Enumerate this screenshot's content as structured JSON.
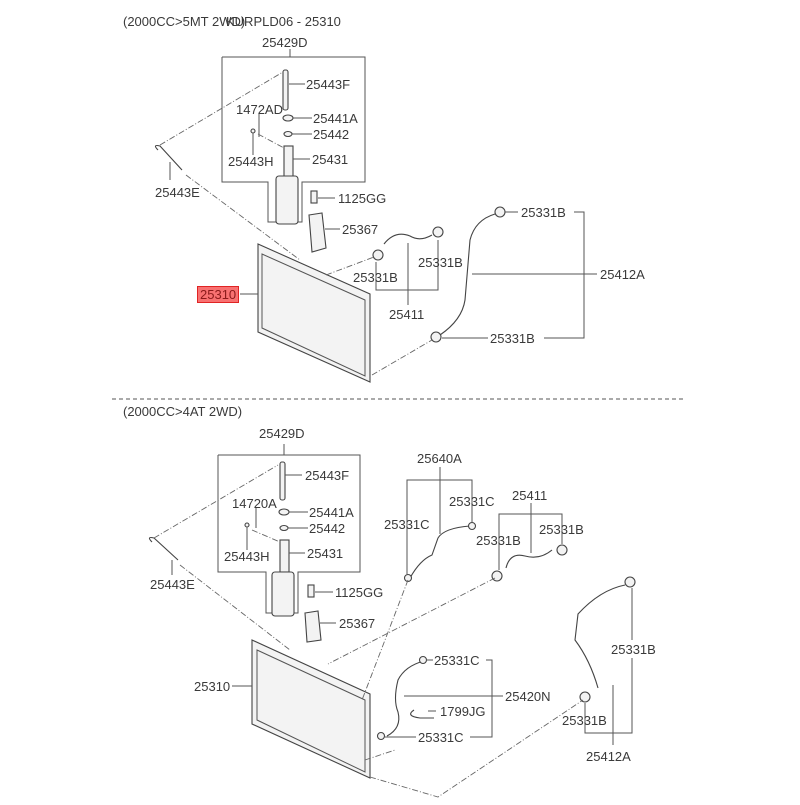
{
  "diagram": {
    "diagram_code": "KURPLD06 - 25310",
    "highlight_color": "#f87171",
    "sections": [
      {
        "title": "(2000CC>5MT 2WD)",
        "labels": {
          "reservoir_assy": "25429D",
          "hose_f": "25443F",
          "clip_ad": "1472AD",
          "cap": "25441A",
          "seal": "25442",
          "hose_h": "25443H",
          "filler": "25431",
          "overflow_hose": "25443E",
          "bolt": "1125GG",
          "bracket": "25367",
          "radiator": "25310",
          "clamp_left": "25331B",
          "clamp_right": "25331B",
          "upper_hose": "25411",
          "lower_clamp_top": "25331B",
          "lower_hose": "25412A",
          "lower_clamp_bottom": "25331B"
        }
      },
      {
        "title": "(2000CC>4AT 2WD)",
        "labels": {
          "reservoir_assy": "25429D",
          "hose_f": "25443F",
          "clip_a": "14720A",
          "cap": "25441A",
          "seal": "25442",
          "hose_h": "25443H",
          "filler": "25431",
          "overflow_hose": "25443E",
          "bolt": "1125GG",
          "bracket": "25367",
          "radiator": "25310",
          "oil_hose_assy": "25640A",
          "oil_clamp_left": "25331C",
          "oil_clamp_right": "25331C",
          "upper_hose": "25411",
          "clamp_left": "25331B",
          "clamp_right": "25331B",
          "oc_clamp_top": "25331C",
          "oc_hose": "25420N",
          "clip_jg": "1799JG",
          "oc_clamp_bottom": "25331C",
          "lower_clamp_top": "25331B",
          "lower_clamp_bottom": "25331B",
          "lower_hose": "25412A"
        }
      }
    ]
  }
}
